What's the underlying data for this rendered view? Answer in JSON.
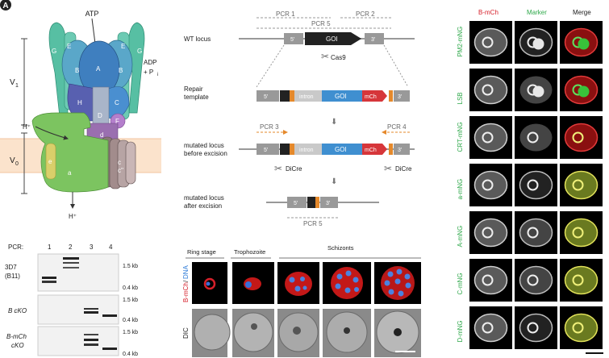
{
  "panel_a": {
    "panel_letter": "A",
    "atp": "ATP",
    "adp": "ADP",
    "plus_pi": "+ P",
    "pi_sub": "i",
    "v1": "V",
    "v1_sub": "1",
    "v0": "V",
    "v0_sub": "0",
    "h_plus_top": "H⁺",
    "h_plus_bottom": "H⁺",
    "subunits": {
      "G": "G",
      "E": "E",
      "A": "A",
      "B": "B",
      "H": "H",
      "C": "C",
      "D": "D",
      "F": "F",
      "d": "d",
      "e": "e",
      "a": "a",
      "c": "c",
      "c2": "c''"
    }
  },
  "panel_b": {
    "pcr1": "PCR 1",
    "pcr2": "PCR 2",
    "pcr5_top": "PCR 5",
    "pcr3": "PCR 3",
    "pcr4": "PCR 4",
    "pcr5_bottom": "PCR 5",
    "wt_locus": "WT locus",
    "repair_line1": "Repair",
    "repair_line2": "template",
    "mut_before_1": "mutated locus",
    "mut_before_2": "before excision",
    "mut_after_1": "mutated locus",
    "mut_after_2": "after excision",
    "five": "5'",
    "three": "3'",
    "goi": "GOI",
    "intron": "intron",
    "mch": "mCh",
    "cas9": "Cas9",
    "dicre": "DiCre"
  },
  "panel_c": {
    "pcr_label": "PCR:",
    "lanes": [
      "1",
      "2",
      "3",
      "4"
    ],
    "rows": [
      {
        "line1": "3D7",
        "line2": "(B11)"
      },
      {
        "line1": "B cKO",
        "line2": ""
      },
      {
        "line1": "B-mCh",
        "line2": "cKO"
      }
    ],
    "size_15": "1.5 kb",
    "size_04": "0.4 kb"
  },
  "panel_d": {
    "stages": [
      "Ring stage",
      "Trophozoite",
      "Schizonts"
    ],
    "ch_bmch": "B-mCh",
    "ch_slash": "/",
    "ch_dna": "DNA",
    "dic": "DIC"
  },
  "panel_e": {
    "col_headers": [
      "B-mCh",
      "Marker",
      "Merge"
    ],
    "rows": [
      "PM2-mNG",
      "LSB",
      "CRT-mNG",
      "a-mNG",
      "A-mNG",
      "C-mNG",
      "D-mNG"
    ],
    "colors": {
      "red": "#d6202a",
      "green": "#2ea84a"
    }
  }
}
